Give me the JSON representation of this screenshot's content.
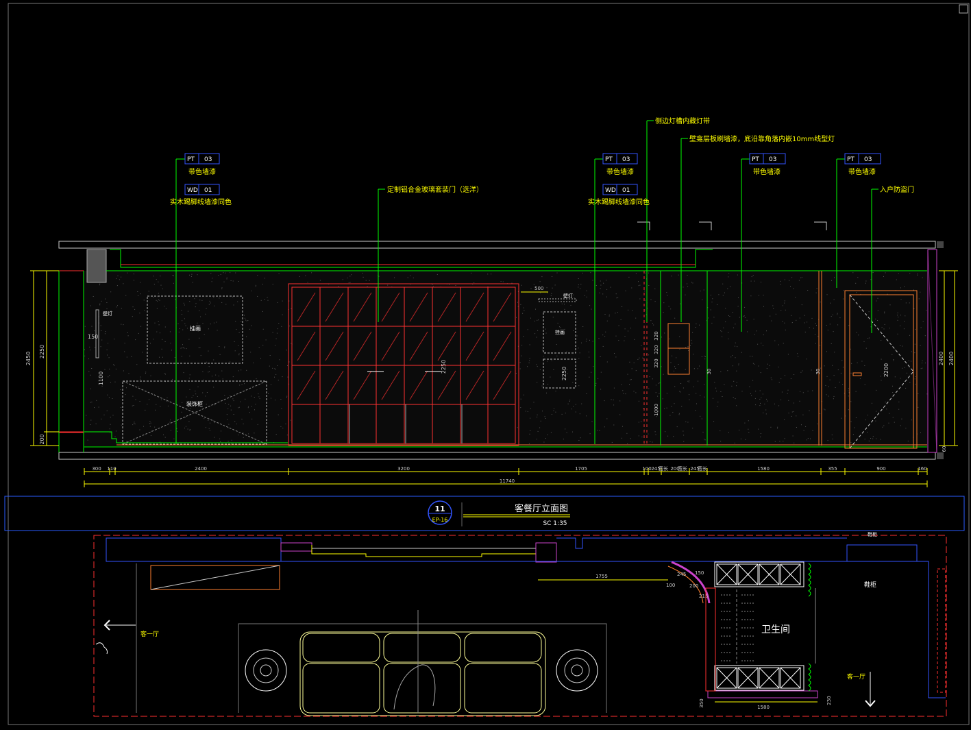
{
  "colors": {
    "background": "#000000",
    "leader": "#00ff00",
    "text": "#ffff00",
    "frame": "#ffffff",
    "red": "#ff2020",
    "dim": "#cccccc",
    "magenta": "#cc44cc",
    "blue": "#3355ff"
  },
  "elevation": {
    "callouts": {
      "pt_left": {
        "tag": "PT",
        "num": "03",
        "text": "带色墙漆"
      },
      "wd_left": {
        "tag": "WD",
        "num": "01",
        "text": "实木踢脚线墙漆同色"
      },
      "glass_door": "定制铝合金玻璃套装门（选洋）",
      "light_trough": "侧边灯槽内藏灯带",
      "shelf_note": "壁龛层板刷墙漆，底沿靠角落内嵌10mm线型灯",
      "pt_mid": {
        "tag": "PT",
        "num": "03",
        "text": "带色墙漆"
      },
      "wd_mid": {
        "tag": "WD",
        "num": "01",
        "text": "实木踢脚线墙漆同色"
      },
      "pt_right1": {
        "tag": "PT",
        "num": "03",
        "text": "带色墙漆"
      },
      "pt_right2": {
        "tag": "PT",
        "num": "03",
        "text": "带色墙漆"
      },
      "entry_door": "入户防盗门"
    },
    "labels": {
      "painting": "挂画",
      "cabinet": "装饰柜",
      "wall_lamp": "壁灯",
      "mini_painting": "挂画",
      "wall_lamp2": "壁灯"
    },
    "dims_bottom": [
      "300",
      "110",
      "2400",
      "3200",
      "1705",
      "100",
      "245",
      "200",
      "245",
      "1580",
      "355",
      "900",
      "160"
    ],
    "dims_bottom_suffix": [
      "宽长",
      "宽长",
      "宽长"
    ],
    "total_dim": "11740",
    "dims_left": [
      "2450",
      "2250",
      "200"
    ],
    "dims_inner": [
      "150",
      "1100",
      "2250",
      "2250",
      "320",
      "320",
      "320",
      "1000",
      "30",
      "30",
      "2200"
    ],
    "dims_right": [
      "2400",
      "2400",
      "60"
    ],
    "top_dim": "500"
  },
  "title_block": {
    "number": "11",
    "sheet": "EP-16",
    "title": "客餐厅立面图",
    "scale": "SC  1:35"
  },
  "plan": {
    "dim_1755": "1755",
    "dim_1580": "1580",
    "dim_100": "100",
    "dims_arc": [
      "245",
      "150",
      "200",
      "215"
    ],
    "dim_350": "350",
    "dim_230": "230",
    "room_label": "卫生间",
    "shoe_label": "鞋柜",
    "arrow_left": "客一厅",
    "arrow_right": "客一厅",
    "top_right_note": "鞋柜"
  }
}
